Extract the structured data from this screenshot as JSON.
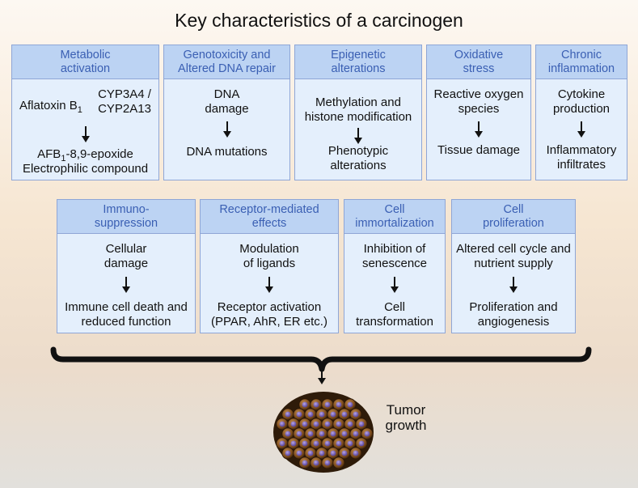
{
  "title": "Key characteristics of a carcinogen",
  "row1": [
    {
      "header": "Metabolic activation",
      "top_main": "Aflatoxin B",
      "top_sub": "1",
      "enzyme": "CYP3A4 / CYP2A13",
      "bottom_pre": "AFB",
      "bottom_sub": "1",
      "bottom_post": "-8,9-epoxide",
      "bottom_line2": "Electrophilic compound"
    },
    {
      "header": "Genotoxicity and Altered DNA repair",
      "top": "DNA damage",
      "bottom": "DNA mutations"
    },
    {
      "header": "Epigenetic alterations",
      "top": "Methylation and histone modification",
      "bottom": "Phenotypic alterations"
    },
    {
      "header": "Oxidative stress",
      "top": "Reactive oxygen species",
      "bottom": "Tissue damage"
    },
    {
      "header": "Chronic inflammation",
      "top": "Cytokine production",
      "bottom": "Inflammatory infiltrates"
    }
  ],
  "row2": [
    {
      "header": "Immuno-suppression",
      "top": "Cellular damage",
      "bottom": "Immune cell death and reduced function"
    },
    {
      "header": "Receptor-mediated effects",
      "top": "Modulation of ligands",
      "bottom": "Receptor activation (PPAR, AhR, ER etc.)"
    },
    {
      "header": "Cell immortalization",
      "top": "Inhibition of senescence",
      "bottom": "Cell transformation"
    },
    {
      "header": "Cell proliferation",
      "top": "Altered cell cycle and nutrient supply",
      "bottom": "Proliferation and angiogenesis"
    }
  ],
  "outcome": "Tumor growth",
  "colors": {
    "header_bg": "#bcd3f3",
    "header_text": "#3a5fb3",
    "card_bg": "#e4effc",
    "border": "#8fa6d6"
  }
}
